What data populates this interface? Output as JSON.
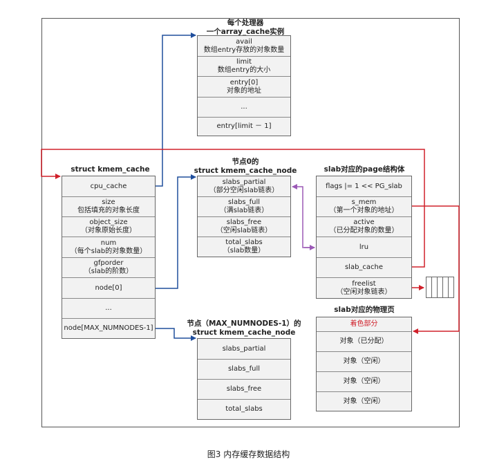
{
  "titles": {
    "per_cpu_line1": "每个处理器",
    "per_cpu_line2": "一个array_cache实例",
    "kmem_cache": "struct kmem_cache",
    "node0_line1": "节点0的",
    "node0_line2": "struct kmem_cache_node",
    "page_struct": "slab对应的page结构体",
    "nodeN_line1": "节点（MAX_NUMNODES-1）的",
    "nodeN_line2": "struct kmem_cache_node",
    "phys_page": "slab对应的物理页"
  },
  "array_cache": [
    {
      "l1": "avail",
      "l2": "数组entry存放的对象数量"
    },
    {
      "l1": "limit",
      "l2": "数组entry的大小"
    },
    {
      "l1": "entry[0]",
      "l2": "对象的地址"
    },
    {
      "l1": "...",
      "l2": ""
    },
    {
      "l1": "entry[limit － 1]",
      "l2": ""
    }
  ],
  "kmem_cache": [
    {
      "l1": "cpu_cache",
      "l2": ""
    },
    {
      "l1": "size",
      "l2": "包括填充的对象长度"
    },
    {
      "l1": "object_size",
      "l2": "（对象原始长度）"
    },
    {
      "l1": "num",
      "l2": "（每个slab的对象数量）"
    },
    {
      "l1": "gfporder",
      "l2": "（slab的阶数）"
    },
    {
      "l1": "node[0]",
      "l2": ""
    },
    {
      "l1": "...",
      "l2": ""
    },
    {
      "l1": "node[MAX_NUMNODES-1]",
      "l2": ""
    }
  ],
  "node0": [
    {
      "l1": "slabs_partial",
      "l2": "（部分空闲slab链表）"
    },
    {
      "l1": "slabs_full",
      "l2": "（满slab链表）"
    },
    {
      "l1": "slabs_free",
      "l2": "（空闲slab链表）"
    },
    {
      "l1": "total_slabs",
      "l2": "（slab数量）"
    }
  ],
  "page": [
    {
      "l1": "flags |= 1 << PG_slab",
      "l2": ""
    },
    {
      "l1": "s_mem",
      "l2": "（第一个对象的地址）"
    },
    {
      "l1": "active",
      "l2": "（已分配对象的数量）"
    },
    {
      "l1": "lru",
      "l2": ""
    },
    {
      "l1": "slab_cache",
      "l2": ""
    },
    {
      "l1": "freelist",
      "l2": "（空闲对象链表）"
    }
  ],
  "nodeN": [
    {
      "l1": "slabs_partial"
    },
    {
      "l1": "slabs_full"
    },
    {
      "l1": "slabs_free"
    },
    {
      "l1": "total_slabs"
    }
  ],
  "phys_page": [
    {
      "l1": "着色部分"
    },
    {
      "l1": "对象（已分配）"
    },
    {
      "l1": "对象（空闲）"
    },
    {
      "l1": "对象（空闲）"
    },
    {
      "l1": "对象（空闲）"
    }
  ],
  "caption": "图3  内存缓存数据结构",
  "colors": {
    "blue": "#1f4e9c",
    "red": "#d0202a",
    "purple": "#9b59b6",
    "cell_bg": "#f2f2f2",
    "highlight_text": "#d0202a"
  }
}
